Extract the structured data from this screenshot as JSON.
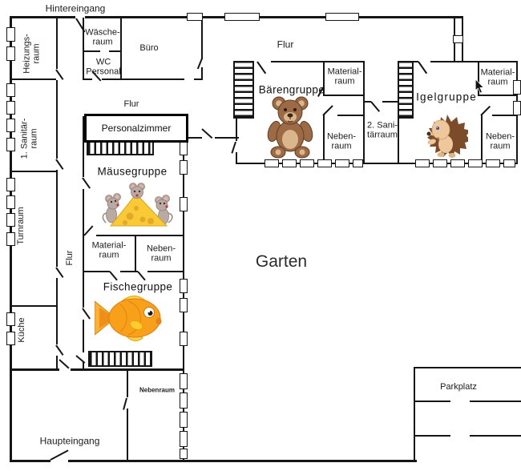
{
  "labels": {
    "hintereingang": "Hintereingang",
    "heizungsraum": "Heizungs-\nraum",
    "waescheraum": "Wäsche-\nraum",
    "buero": "Büro",
    "wc_personal": "WC\nPersonal",
    "flur_top": "Flur",
    "flur_mid": "Flur",
    "flur_vertical": "Flur",
    "personalzimmer": "Personalzimmer",
    "sanitaerraum1": "1. Sanitär-\nraum",
    "maeusegruppe": "Mäusegruppe",
    "turnraum": "Turnraum",
    "materialraum_links": "Material-\nraum",
    "nebenraum_links": "Neben-\nraum",
    "fischegruppe": "Fischegruppe",
    "kueche": "Küche",
    "nebenraum_unten": "Nebenraum",
    "haupteingang": "Haupteingang",
    "garten": "Garten",
    "parkplatz": "Parkplatz",
    "baerengruppe": "Bärengruppe",
    "materialraum_baeren": "Material-\nraum",
    "nebenraum_baeren": "Neben-\nraum",
    "sanitaerraum2": "2. Sani-\ntärraum",
    "igelgruppe": "Igelgruppe",
    "materialraum_igel": "Material-\nraum",
    "nebenraum_igel": "Neben-\nraum"
  },
  "icons": {
    "maeusegruppe": "mice-with-cheese",
    "baerengruppe": "teddy-bear",
    "fischegruppe": "goldfish",
    "igelgruppe": "hedgehog",
    "pointer": "mouse-cursor"
  },
  "colors": {
    "walls": "#161616",
    "background": "#ffffff",
    "cheese": "#f9ca36",
    "mouse_gray": "#b9aaa2",
    "bear_brown": "#9c6b45",
    "fish_orange": "#f9a01b",
    "fin_yellow": "#ffd34d",
    "hedgehog_brown": "#7c4c2a",
    "hedgehog_tan": "#eec89a"
  }
}
